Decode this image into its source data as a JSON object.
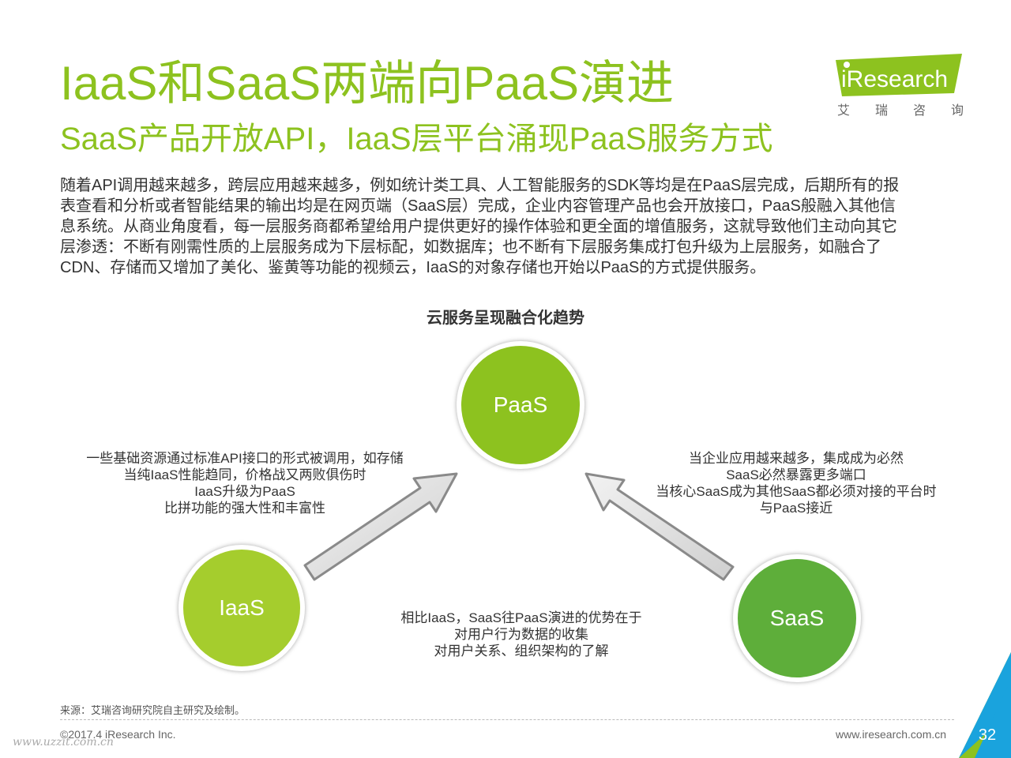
{
  "header": {
    "title": "IaaS和SaaS两端向PaaS演进",
    "subtitle": "SaaS产品开放API，IaaS层平台涌现PaaS服务方式"
  },
  "logo": {
    "wordmark": "iResearch",
    "tagline": [
      "艾",
      "瑞",
      "咨",
      "询"
    ]
  },
  "intro": [
    "随着API调用越来越多，跨层应用越来越多，例如统计类工具、人工智能服务的SDK等均是在PaaS层完成，后期所有的报",
    "表查看和分析或者智能结果的输出均是在网页端（SaaS层）完成，企业内容管理产品也会开放接口，PaaS般融入其他信",
    "息系统。从商业角度看，每一层服务商都希望给用户提供更好的操作体验和更全面的增值服务，这就导致他们主动向其它",
    "层渗透：不断有刚需性质的上层服务成为下层标配，如数据库；也不断有下层服务集成打包升级为上层服务，如融合了",
    "CDN、存储而又增加了美化、鉴黄等功能的视频云，IaaS的对象存储也开始以PaaS的方式提供服务。"
  ],
  "diagram": {
    "title": "云服务呈现融合化趋势",
    "nodes": {
      "paas": "PaaS",
      "iaas": "IaaS",
      "saas": "SaaS"
    },
    "notes": {
      "left": [
        "一些基础资源通过标准API接口的形式被调用，如存储",
        "当纯IaaS性能趋同，价格战又两败俱伤时",
        "IaaS升级为PaaS",
        "比拼功能的强大性和丰富性"
      ],
      "right": [
        "当企业应用越来越多，集成成为必然",
        "SaaS必然暴露更多端口",
        "当核心SaaS成为其他SaaS都必须对接的平台时",
        "与PaaS接近"
      ],
      "bottom": [
        "相比IaaS，SaaS往PaaS演进的优势在于",
        "对用户行为数据的收集",
        "对用户关系、组织架构的了解"
      ]
    }
  },
  "footer": {
    "source": "来源：艾瑞咨询研究院自主研究及绘制。",
    "copyright": "©2017.4 iResearch Inc.",
    "website": "www.iresearch.com.cn",
    "page_number": "32",
    "watermark": "www.uzzit.com.cn"
  },
  "colors": {
    "accent": "#8dc21f",
    "paas_node": "#8dc21f",
    "iaas_node": "#a5cd2d",
    "saas_node": "#5eae3a",
    "corner_blue": "#1aa3dd",
    "corner_green": "#8dc21f"
  }
}
